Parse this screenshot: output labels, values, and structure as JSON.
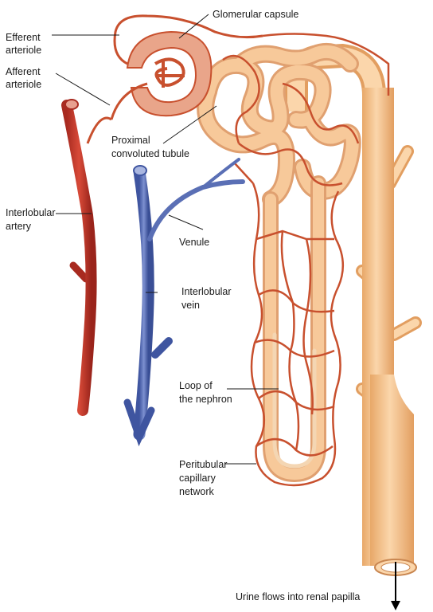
{
  "labels": {
    "glomerular_capsule": "Glomerular capsule",
    "efferent_arteriole_line1": "Efferent",
    "efferent_arteriole_line2": "arteriole",
    "afferent_arteriole_line1": "Afferent",
    "afferent_arteriole_line2": "arteriole",
    "proximal_tubule_line1": "Proximal",
    "proximal_tubule_line2": "convoluted tubule",
    "interlobular_artery_line1": "Interlobular",
    "interlobular_artery_line2": "artery",
    "venule": "Venule",
    "interlobular_vein_line1": "Interlobular",
    "interlobular_vein_line2": "vein",
    "loop_line1": "Loop of",
    "loop_line2": "the nephron",
    "peritubular_line1": "Peritubular",
    "peritubular_line2": "capillary",
    "peritubular_line3": "network",
    "urine_flow": "Urine flows into renal papilla"
  },
  "colors": {
    "tubule_fill": "#f7c99a",
    "tubule_outline": "#e0a070",
    "capillary": "#c8502e",
    "artery": "#c7392b",
    "vein": "#5a6fb5",
    "capsule": "#e9a58a",
    "collecting_duct": "#f5c08a"
  }
}
